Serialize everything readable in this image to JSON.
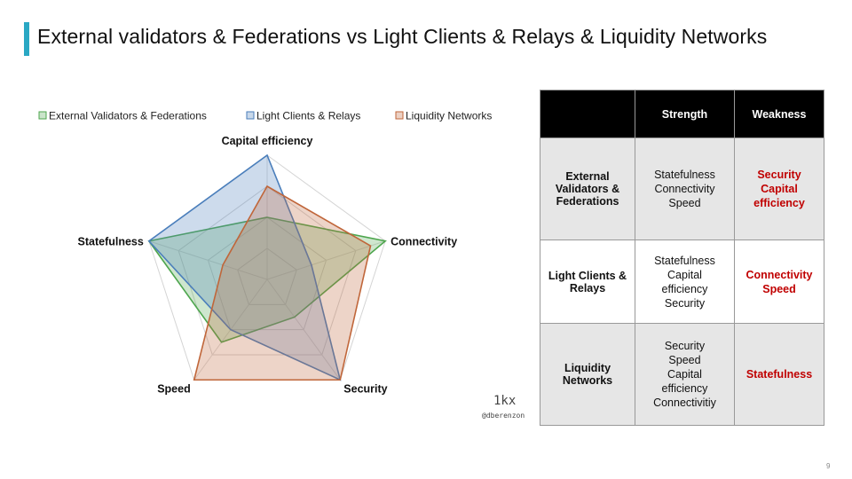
{
  "slide": {
    "title": "External validators & Federations vs Light Clients & Relays & Liquidity Networks",
    "page_number": "9",
    "brand": "1kx",
    "handle": "@dberenzon",
    "accent_color": "#2aa8c4"
  },
  "chart_data": {
    "type": "radar",
    "axes": [
      "Capital efficiency",
      "Connectivity",
      "Security",
      "Speed",
      "Statefulness"
    ],
    "levels": 4,
    "range": [
      0,
      4
    ],
    "legend_position": "top",
    "series": [
      {
        "name": "External Validators & Federations",
        "color": "#4ea64e",
        "values": [
          2,
          4,
          1.5,
          2.5,
          4
        ]
      },
      {
        "name": "Light Clients & Relays",
        "color": "#4a7ebb",
        "values": [
          4,
          1.5,
          4,
          2,
          4
        ]
      },
      {
        "name": "Liquidity Networks",
        "color": "#c0663a",
        "values": [
          3,
          3.5,
          4,
          4,
          1.5
        ]
      }
    ]
  },
  "table": {
    "headers": [
      "",
      "Strength",
      "Weakness"
    ],
    "rows": [
      {
        "label": "External Validators & Federations",
        "strength": [
          "Statefulness",
          "Connectivity",
          "Speed"
        ],
        "weakness": [
          "Security",
          "Capital",
          "efficiency"
        ],
        "shade": "gray"
      },
      {
        "label": "Light Clients & Relays",
        "strength": [
          "Statefulness",
          "Capital",
          "efficiency",
          "Security"
        ],
        "weakness": [
          "Connectivity",
          "Speed"
        ],
        "shade": "white"
      },
      {
        "label": "Liquidity Networks",
        "strength": [
          "Security",
          "Speed",
          "Capital",
          "efficiency",
          "Connectivitiy"
        ],
        "weakness": [
          "Statefulness"
        ],
        "shade": "gray"
      }
    ]
  }
}
